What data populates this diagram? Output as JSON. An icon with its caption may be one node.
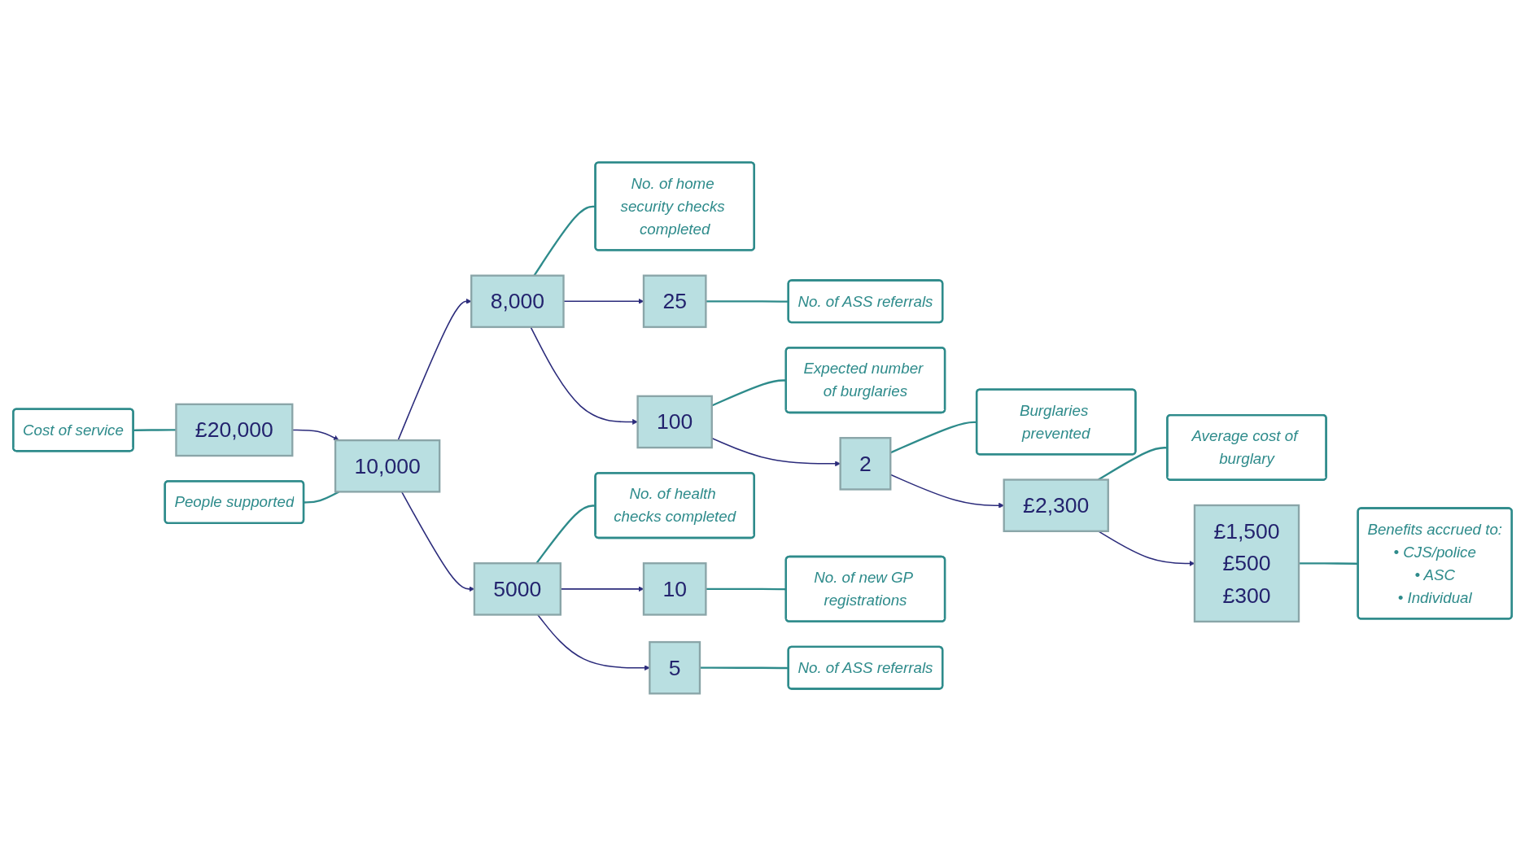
{
  "diagram": {
    "nodes": [
      {
        "text": [
          "Cost of service"
        ]
      },
      {
        "text": [
          "£20,000"
        ]
      },
      {
        "text": [
          "10,000"
        ]
      },
      {
        "text": [
          "People supported"
        ]
      },
      {
        "text": [
          "No. of home security checks completed"
        ]
      },
      {
        "text": [
          "8,000"
        ]
      },
      {
        "text": [
          "No. of ASS referrals"
        ]
      },
      {
        "text": [
          "25"
        ]
      },
      {
        "text": [
          "100"
        ]
      },
      {
        "text": [
          "Expected number of burglaries"
        ]
      },
      {
        "text": [
          "2"
        ]
      },
      {
        "text": [
          "Burglaries prevented"
        ]
      },
      {
        "text": [
          "£2,300"
        ]
      },
      {
        "text": [
          "Average cost of burglary"
        ]
      },
      {
        "text": [
          "£1,500",
          "£500",
          "£300"
        ]
      },
      {
        "text": [
          "Benefits accrued to:",
          "• CJS/police",
          "• ASC",
          "• Individual"
        ]
      },
      {
        "text": [
          "5000"
        ]
      },
      {
        "text": [
          "No. of health checks completed"
        ]
      },
      {
        "text": [
          "10"
        ]
      },
      {
        "text": [
          "No. of new GP registrations"
        ]
      },
      {
        "text": [
          "5"
        ]
      },
      {
        "text": [
          "No. of ASS referrals"
        ]
      }
    ],
    "edges": [
      {
        "from": 1,
        "to": 2,
        "arrow": "to",
        "color": "#2b2b7b"
      },
      {
        "from": 2,
        "to": 5,
        "arrow": "to",
        "color": "#2b2b7b"
      },
      {
        "from": 2,
        "to": 16,
        "arrow": "to",
        "color": "#2b2b7b"
      },
      {
        "from": 5,
        "to": 7,
        "arrow": "to",
        "color": "#2b2b7b"
      },
      {
        "from": 5,
        "to": 8,
        "arrow": "to",
        "color": "#2b2b7b"
      },
      {
        "from": 8,
        "to": 10,
        "arrow": "to",
        "color": "#2b2b7b"
      },
      {
        "from": 10,
        "to": 12,
        "arrow": "to",
        "color": "#2b2b7b"
      },
      {
        "from": 12,
        "to": 14,
        "arrow": "to",
        "color": "#2b2b7b"
      },
      {
        "from": 16,
        "to": 18,
        "arrow": "to",
        "color": "#2b2b7b"
      },
      {
        "from": 16,
        "to": 20,
        "arrow": "to",
        "color": "#2b2b7b"
      },
      {
        "from": 0,
        "to": 1,
        "arrow": "none"
      },
      {
        "from": 3,
        "to": 2,
        "arrow": "none"
      },
      {
        "from": 4,
        "to": 5,
        "arrow": "none"
      },
      {
        "from": 6,
        "to": 7,
        "arrow": "none"
      },
      {
        "from": 9,
        "to": 8,
        "arrow": "none"
      },
      {
        "from": 11,
        "to": 10,
        "arrow": "none"
      },
      {
        "from": 13,
        "to": 12,
        "arrow": "none"
      },
      {
        "from": 15,
        "to": 14,
        "arrow": "none"
      },
      {
        "from": 17,
        "to": 16,
        "arrow": "none"
      },
      {
        "from": 19,
        "to": 18,
        "arrow": "none"
      },
      {
        "from": 21,
        "to": 20,
        "arrow": "none"
      }
    ]
  }
}
